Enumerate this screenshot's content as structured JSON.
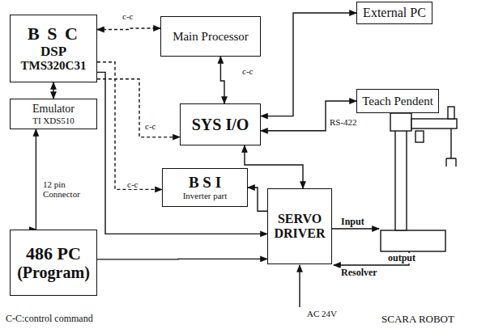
{
  "diagram": {
    "nodes": [
      {
        "text": [
          "B S C",
          "DSP",
          "TMS320C31"
        ]
      },
      {
        "text": [
          "Main Processor"
        ]
      },
      {
        "text": [
          "External PC"
        ]
      },
      {
        "text": [
          "Teach Pendent"
        ]
      },
      {
        "text": [
          "SYS I/O"
        ]
      },
      {
        "text": [
          "Emulator",
          "TI XDS510"
        ]
      },
      {
        "text": [
          "B S I",
          "Inverter part"
        ]
      },
      {
        "text": [
          "SERVO",
          "DRIVER"
        ]
      },
      {
        "text": [
          "486 PC",
          "(Program)"
        ]
      }
    ],
    "edges": [
      {
        "from": 0,
        "to": 1,
        "label": "c-c",
        "arrow": "both"
      },
      {
        "from": 1,
        "to": 4,
        "label": "c-c",
        "arrow": "both"
      },
      {
        "from": 0,
        "to": 4,
        "label": "c-c",
        "arrow": "to"
      },
      {
        "from": 0,
        "to": 6,
        "label": "c-c",
        "arrow": "to"
      },
      {
        "from": 0,
        "to": 5,
        "arrow": "both"
      },
      {
        "from": 5,
        "to": 8,
        "label": "12 pin Connector",
        "arrow": "both"
      },
      {
        "from": 4,
        "to": 2,
        "arrow": "both"
      },
      {
        "from": 4,
        "to": 3,
        "label": "RS-422",
        "arrow": "both"
      },
      {
        "from": 4,
        "to": 7,
        "arrow": "both"
      },
      {
        "from": 7,
        "to": 6,
        "arrow": "to"
      },
      {
        "from": 0,
        "to": 7,
        "arrow": "to"
      },
      {
        "from": 8,
        "to": 7,
        "arrow": "to"
      }
    ],
    "labels": [
      "C-C:control command",
      "AC 24V",
      "Input",
      "output",
      "Resolver",
      "SCARA ROBOT"
    ]
  }
}
